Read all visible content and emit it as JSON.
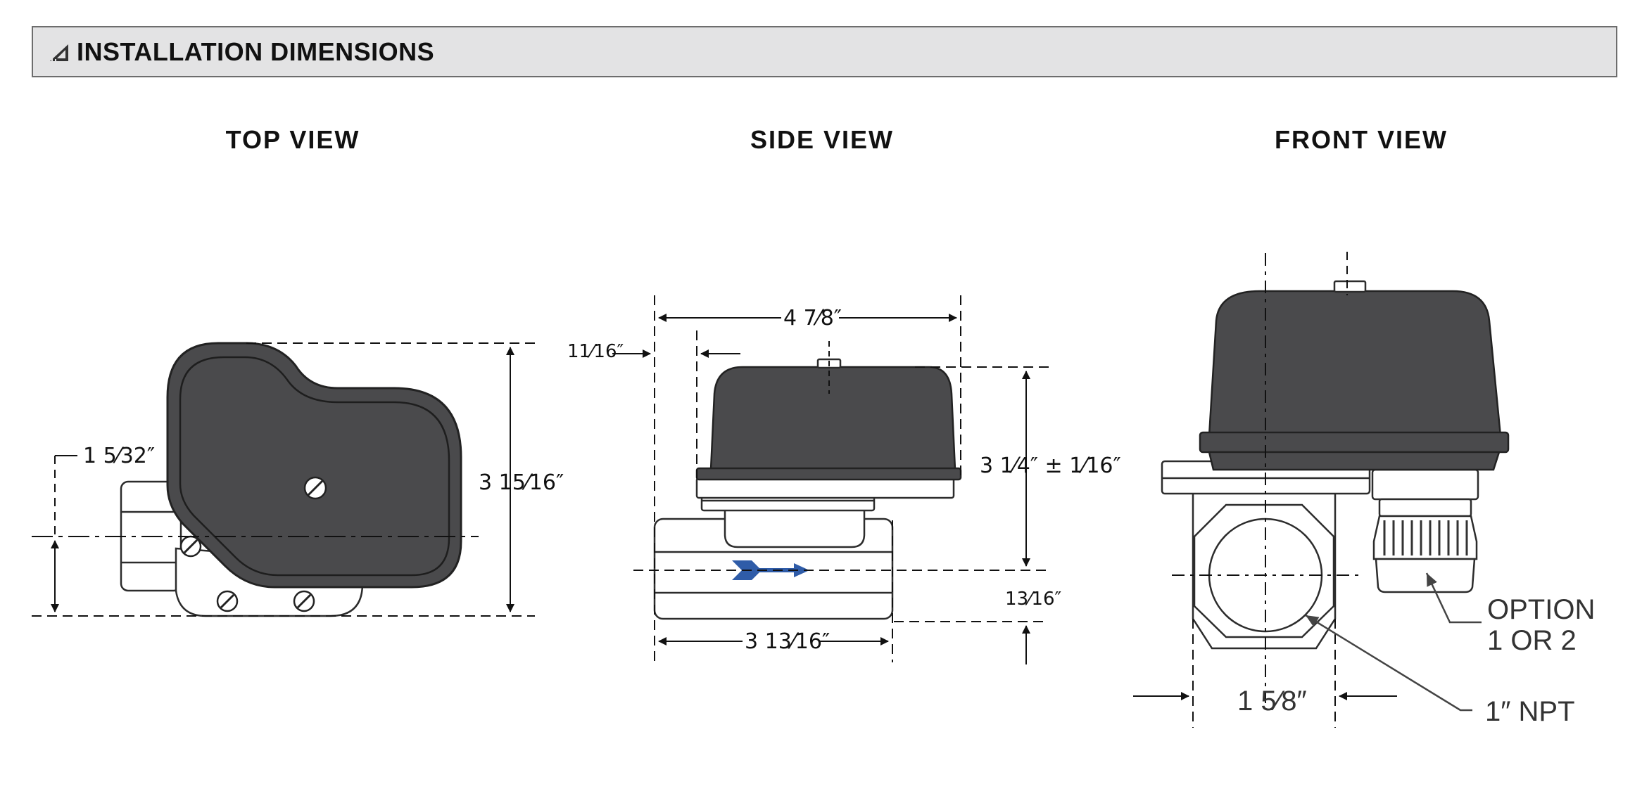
{
  "header": {
    "title": "INSTALLATION DIMENSIONS",
    "icon": "set-square-icon"
  },
  "views": {
    "top": {
      "title": "TOP VIEW",
      "dim_height": "3 15⁄16″",
      "dim_offset": "1 5⁄32″"
    },
    "side": {
      "title": "SIDE VIEW",
      "dim_top_width": "4 7⁄8″",
      "dim_inset": "11⁄16″",
      "dim_height": "3 1⁄4″ ± 1⁄16″",
      "dim_below": "13⁄16″",
      "dim_bottom_width": "3 13⁄16″"
    },
    "front": {
      "title": "FRONT VIEW",
      "dim_width": "1 5⁄8″",
      "callout_option_line1": "OPTION",
      "callout_option_line2": "1 OR 2",
      "callout_npt": "1″ NPT"
    }
  },
  "colors": {
    "housing": "#4a4a4c",
    "outline": "#2c2c2c",
    "flow_arrow": "#2f5ca8",
    "header_bg": "#e3e3e4"
  }
}
